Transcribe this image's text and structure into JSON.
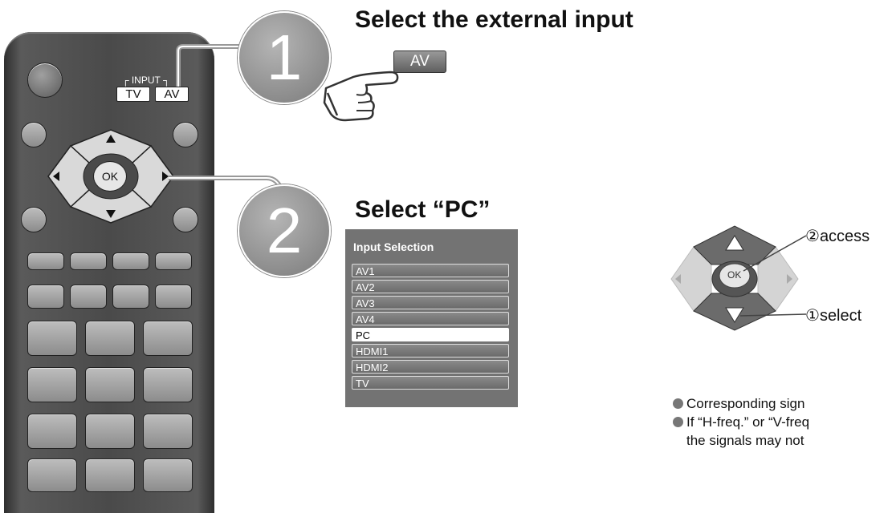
{
  "steps": [
    {
      "number": "1",
      "title": "Select the external input",
      "button_label": "AV"
    },
    {
      "number": "2",
      "title": "Select “PC”"
    }
  ],
  "remote": {
    "input_label": "INPUT",
    "tv_button": "TV",
    "av_button": "AV",
    "ok_button": "OK"
  },
  "menu": {
    "title": "Input Selection",
    "items": [
      "AV1",
      "AV2",
      "AV3",
      "AV4",
      "PC",
      "HDMI1",
      "HDMI2",
      "TV"
    ],
    "selected": "PC"
  },
  "dpad_legend": {
    "ok_label": "OK",
    "access_mark": "②",
    "access_label": "access",
    "select_mark": "①",
    "select_label": "select"
  },
  "notes": [
    "Corresponding sign",
    "If “H-freq.” or “V-freq",
    "the signals may not"
  ]
}
